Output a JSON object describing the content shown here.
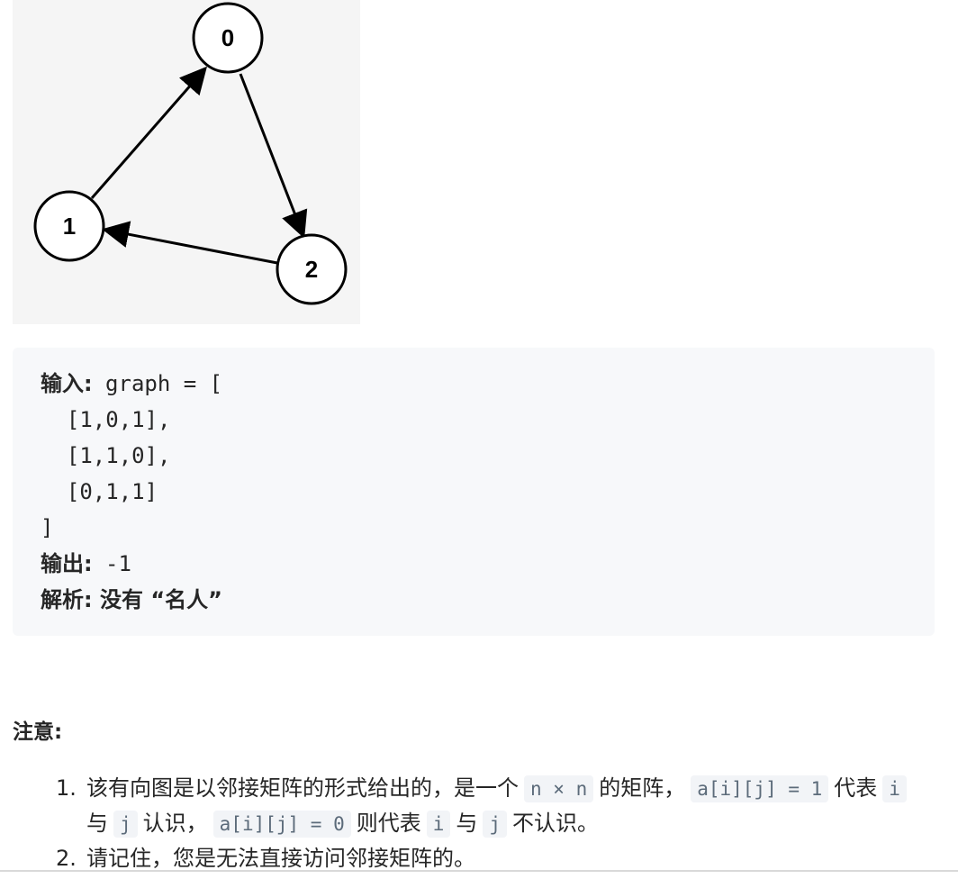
{
  "graph_figure": {
    "nodes": [
      {
        "label": "0"
      },
      {
        "label": "1"
      },
      {
        "label": "2"
      }
    ],
    "edges": [
      {
        "from": "1",
        "to": "0"
      },
      {
        "from": "0",
        "to": "2"
      },
      {
        "from": "2",
        "to": "1"
      }
    ]
  },
  "example": {
    "input_label": "输入:",
    "input_head": " graph = [",
    "rows": [
      "  [1,0,1],",
      "  [1,1,0],",
      "  [0,1,1]"
    ],
    "close": "]",
    "output_label": "输出:",
    "output_value": " -1",
    "explain_label": "解析:",
    "explain_value": " 没有 “名人”"
  },
  "notes": {
    "title": "注意:",
    "item1": {
      "num": "1.",
      "t1": "该有向图是以邻接矩阵的形式给出的，是一个",
      "c1": "n × n",
      "t2": "的矩阵，",
      "c2": "a[i][j] = 1",
      "t3": "代表",
      "c3": "i",
      "t4": "与",
      "c4": "j",
      "t5": "认识，",
      "c5": "a[i][j] = 0",
      "t6": "则代表",
      "c6": "i",
      "t7": "与",
      "c7": "j",
      "t8": "不认识。"
    },
    "item2": {
      "num": "2.",
      "text": "请记住，您是无法直接访问邻接矩阵的。"
    }
  }
}
